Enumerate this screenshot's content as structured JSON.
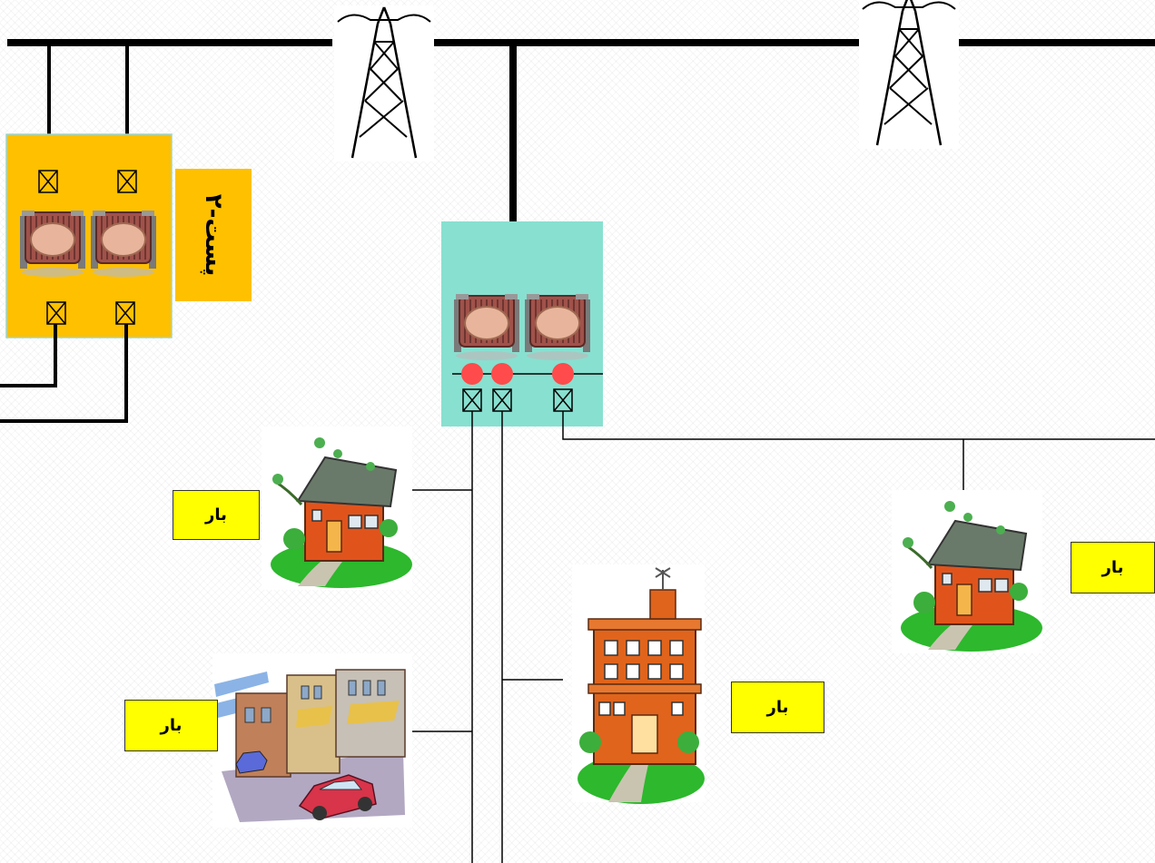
{
  "station_label": "۲-پست",
  "load_labels": [
    "بار",
    "بار",
    "بار",
    "بار"
  ],
  "colors": {
    "bus": "#000000",
    "substation_left_fill": "#ffc000",
    "substation_center_fill": "#88e0d0",
    "label_fill": "#ffff00",
    "breaker_closed": "#ff4b4b"
  },
  "icons": [
    "transmission-tower-icon",
    "transformer-icon",
    "breaker-icon",
    "house-icon",
    "building-icon",
    "town-icon",
    "car-icon"
  ]
}
